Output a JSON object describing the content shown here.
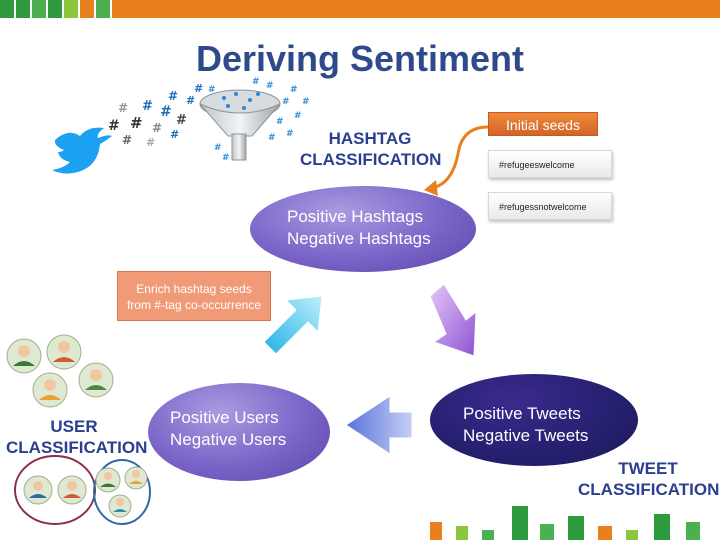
{
  "title": "Deriving Sentiment",
  "hashtag_section": {
    "line1": "HASHTAG",
    "line2": "CLASSIFICATION"
  },
  "hashtag_ellipse": {
    "line1": "Positive Hashtags",
    "line2": "Negative Hashtags"
  },
  "seeds": {
    "header": "Initial seeds",
    "items": [
      "#refugeeswelcome",
      "#refugessnotwelcome"
    ]
  },
  "enrich": {
    "line1": "Enrich hashtag seeds",
    "line2": "from #-tag co-occurrence"
  },
  "user_section": {
    "line1": "USER",
    "line2": "CLASSIFICATION"
  },
  "user_ellipse": {
    "line1": "Positive Users",
    "line2": "Negative Users"
  },
  "tweet_ellipse": {
    "line1": "Positive Tweets",
    "line2": "Negative Tweets"
  },
  "tweet_section": {
    "line1": "TWEET",
    "line2": "CLASSIFICATION"
  },
  "icons": [
    "twitter-bird-icon",
    "funnel-icon",
    "hashtag-icon",
    "person-icon"
  ],
  "colors": {
    "title": "#2f4a8a",
    "orange": "#e8801e",
    "green": "#2d9a3e",
    "purple": "#7a64c8",
    "navy": "#25206e",
    "salmon": "#f19a78"
  }
}
